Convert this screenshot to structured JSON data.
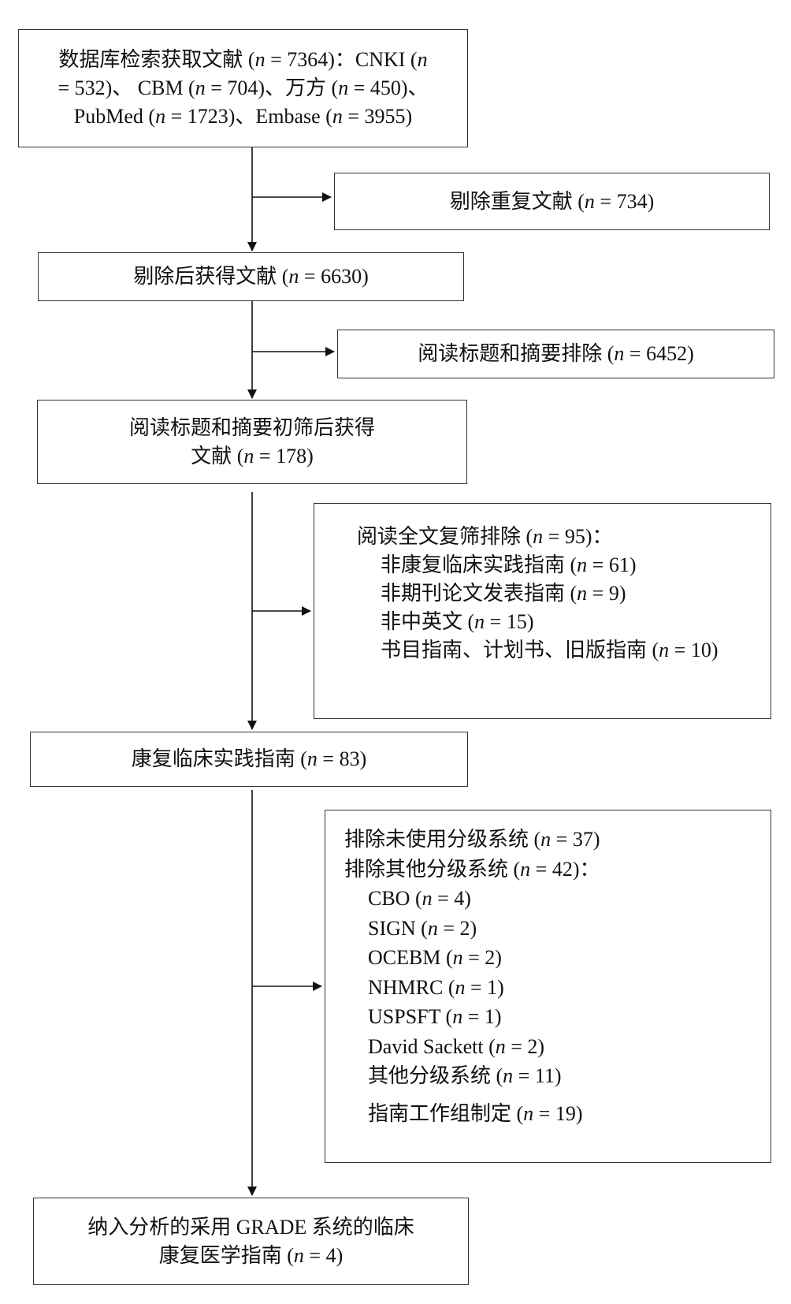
{
  "boxes": {
    "search": {
      "lines": [
        "数据库检索获取文献 (n = 7364)：CNKI (n",
        "= 532)、 CBM (n = 704)、万方 (n = 450)、",
        "PubMed (n = 1723)、Embase (n = 3955)"
      ]
    },
    "dup_removed": {
      "text": "剔除重复文献 (n = 734)"
    },
    "after_dedup": {
      "text": "剔除后获得文献 (n = 6630)"
    },
    "title_abstract_excluded": {
      "text": "阅读标题和摘要排除 (n = 6452)"
    },
    "screened": {
      "lines": [
        "阅读标题和摘要初筛后获得",
        "文献 (n = 178)"
      ]
    },
    "fulltext_excluded": {
      "heading": "阅读全文复筛排除 (n = 95)：",
      "items": [
        "非康复临床实践指南 (n = 61)",
        "非期刊论文发表指南 (n = 9)",
        "非中英文 (n = 15)",
        "书目指南、计划书、旧版指南 (n = 10)"
      ]
    },
    "rehab_guidelines": {
      "text": "康复临床实践指南 (n = 83)"
    },
    "grading_excluded": {
      "line1": "排除未使用分级系统 (n = 37)",
      "line2": "排除其他分级系统 (n = 42)：",
      "items": [
        "CBO (n = 4)",
        "SIGN (n = 2)",
        "OCEBM (n = 2)",
        "NHMRC (n = 1)",
        "USPSFT (n = 1)",
        "David Sackett (n = 2)",
        "其他分级系统 (n = 11)",
        "指南工作组制定 (n = 19)"
      ]
    },
    "included": {
      "lines": [
        "纳入分析的采用 GRADE 系统的临床",
        "康复医学指南 (n = 4)"
      ]
    }
  }
}
